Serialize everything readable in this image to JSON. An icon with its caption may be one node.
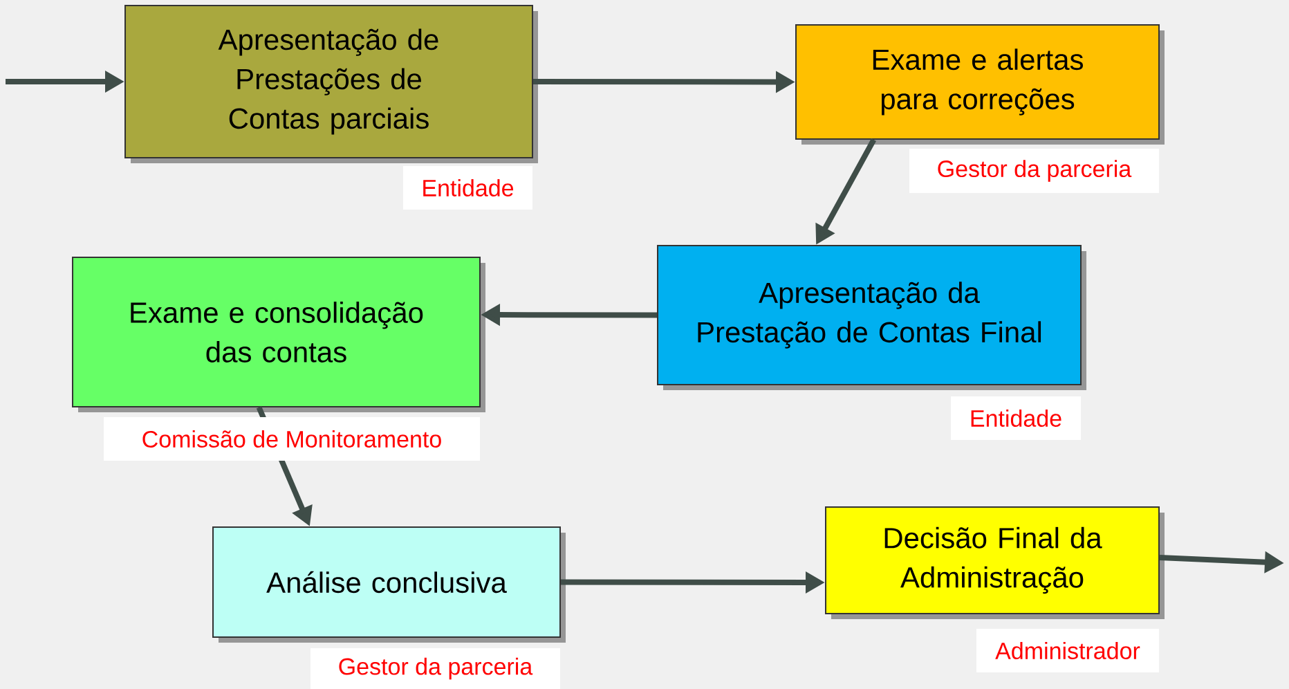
{
  "diagram": {
    "nodes": [
      {
        "text": [
          "Apresentação de Prestações de Contas parciais"
        ],
        "beside": [
          "Entidade"
        ]
      },
      {
        "text": [
          "Exame e alertas para correções"
        ],
        "beside": [
          "Gestor da parceria"
        ]
      },
      {
        "text": [
          "Apresentação da Prestação de Contas Final"
        ],
        "beside": [
          "Entidade"
        ]
      },
      {
        "text": [
          "Exame e consolidação das contas"
        ],
        "beside": [
          "Comissão de Monitoramento"
        ]
      },
      {
        "text": [
          "Análise conclusiva"
        ],
        "beside": [
          "Gestor da parceria"
        ]
      },
      {
        "text": [
          "Decisão Final da Administração"
        ],
        "beside": [
          "Administrador"
        ]
      }
    ],
    "edges": [
      {
        "from": null,
        "to": 0,
        "arrow": "to"
      },
      {
        "from": 0,
        "to": 1,
        "arrow": "to"
      },
      {
        "from": 1,
        "to": 2,
        "arrow": "to"
      },
      {
        "from": 2,
        "to": 3,
        "arrow": "to"
      },
      {
        "from": 3,
        "to": 4,
        "arrow": "to"
      },
      {
        "from": 4,
        "to": 5,
        "arrow": "to"
      },
      {
        "from": 5,
        "to": null,
        "arrow": "to"
      }
    ]
  }
}
